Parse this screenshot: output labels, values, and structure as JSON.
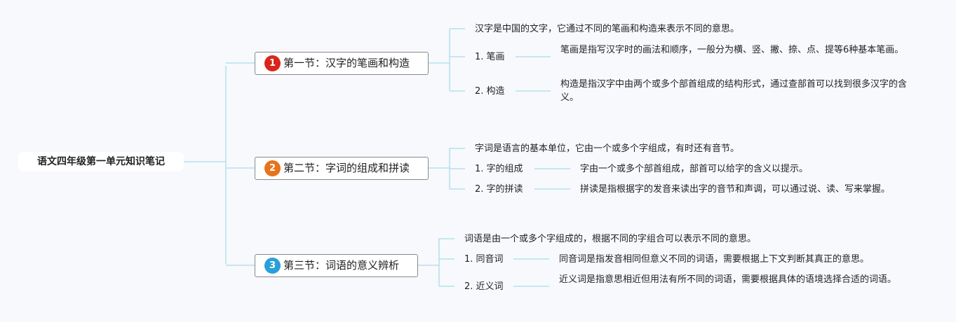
{
  "root": {
    "title": "语文四年级第一单元知识笔记"
  },
  "sections": [
    {
      "number": "1",
      "title": "第一节：汉字的笔画和构造",
      "color": "#d8261c",
      "intro": "汉字是中国的文字，它通过不同的笔画和构造来表示不同的意思。",
      "items": [
        {
          "label": "1. 笔画",
          "detail": "笔画是指写汉字时的画法和顺序，一般分为横、竖、撇、捺、点、提等6种基本笔画。"
        },
        {
          "label": "2. 构造",
          "detail": "构造是指汉字中由两个或多个部首组成的结构形式，通过查部首可以找到很多汉字的含义。"
        }
      ]
    },
    {
      "number": "2",
      "title": "第二节：字词的组成和拼读",
      "color": "#e8731a",
      "intro": "字词是语言的基本单位，它由一个或多个字组成，有时还有音节。",
      "items": [
        {
          "label": "1. 字的组成",
          "detail": "字由一个或多个部首组成，部首可以给字的含义以提示。"
        },
        {
          "label": "2. 字的拼读",
          "detail": "拼读是指根据字的发音来读出字的音节和声调，可以通过说、读、写来掌握。"
        }
      ]
    },
    {
      "number": "3",
      "title": "第三节：词语的意义辨析",
      "color": "#2a9fd8",
      "intro": "词语是由一个或多个字组成的，根据不同的字组合可以表示不同的意思。",
      "items": [
        {
          "label": "1. 同音词",
          "detail": "同音词是指发音相同但意义不同的词语，需要根据上下文判断其真正的意思。"
        },
        {
          "label": "2. 近义词",
          "detail": "近义词是指意思相近但用法有所不同的词语，需要根据具体的语境选择合适的词语。"
        }
      ]
    }
  ]
}
